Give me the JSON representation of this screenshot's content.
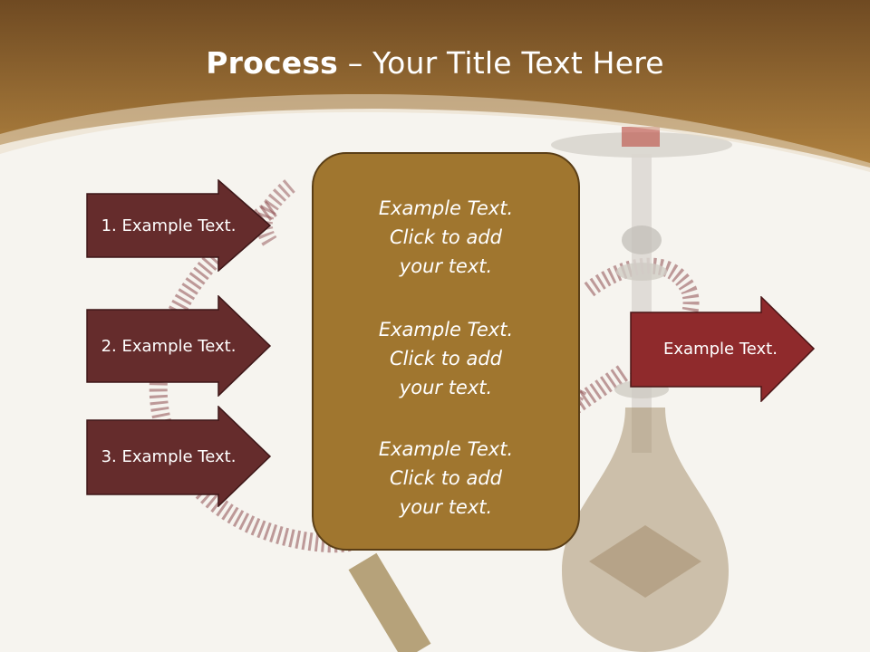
{
  "slide": {
    "title_bold": "Process",
    "title_rest": " – Your Title Text Here"
  },
  "left_arrows": [
    {
      "label": "1. Example Text."
    },
    {
      "label": "2. Example Text."
    },
    {
      "label": "3. Example Text."
    }
  ],
  "center_panel": {
    "blocks": [
      {
        "lines": [
          "Example Text.",
          "Click  to add",
          "your text."
        ]
      },
      {
        "lines": [
          "Example Text.",
          "Click  to add",
          "your text."
        ]
      },
      {
        "lines": [
          "Example Text.",
          "Click  to add",
          "your text."
        ]
      }
    ]
  },
  "right_arrow": {
    "label": "Example Text."
  },
  "colors": {
    "header_brown": "#9b6c30",
    "left_arrow_fill": "#652c2c",
    "right_arrow_fill": "#8f2a2c",
    "panel_fill": "#a0762f",
    "background": "#f6f4ef"
  },
  "decor": {
    "background_image": "hookah-image"
  }
}
